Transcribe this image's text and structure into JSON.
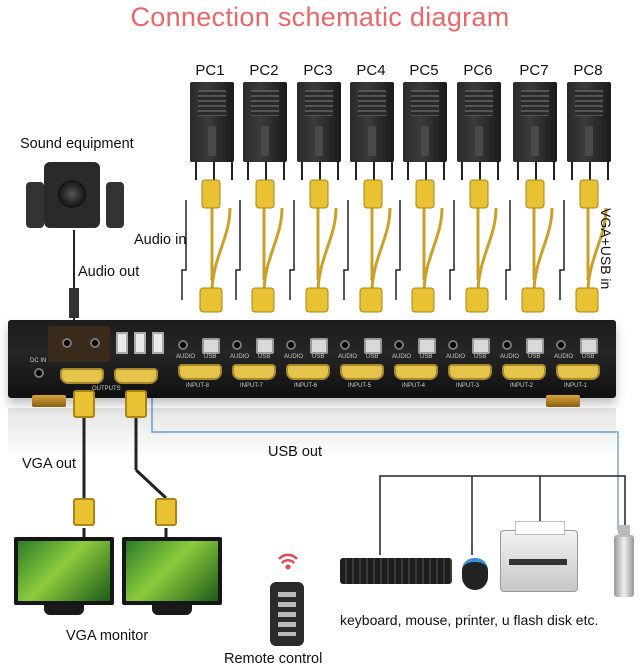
{
  "title": "Connection schematic diagram",
  "pcs": [
    {
      "label": "PC1"
    },
    {
      "label": "PC2"
    },
    {
      "label": "PC3"
    },
    {
      "label": "PC4"
    },
    {
      "label": "PC5"
    },
    {
      "label": "PC6"
    },
    {
      "label": "PC7"
    },
    {
      "label": "PC8"
    }
  ],
  "labels": {
    "sound_equipment": "Sound equipment",
    "audio_in": "Audio in",
    "audio_out": "Audio out",
    "vga_usb_in": "VGA+USB in",
    "usb_out": "USB out",
    "vga_out": "VGA out",
    "vga_monitor": "VGA monitor",
    "remote_control": "Remote control",
    "peripherals": "keyboard, mouse, printer, u flash disk etc."
  },
  "kvm": {
    "inputs": [
      "INPUT-8",
      "INPUT-7",
      "INPUT-6",
      "INPUT-5",
      "INPUT-4",
      "INPUT-3",
      "INPUT-2",
      "INPUT-1"
    ],
    "audio_label": "AUDIO",
    "usb_label": "USB",
    "output_label": "OUTPUTS",
    "dc_label": "DC IN"
  },
  "colors": {
    "title": "#e8686a",
    "vga_connector": "#e8c232",
    "usb_line": "#6fa8d8"
  }
}
